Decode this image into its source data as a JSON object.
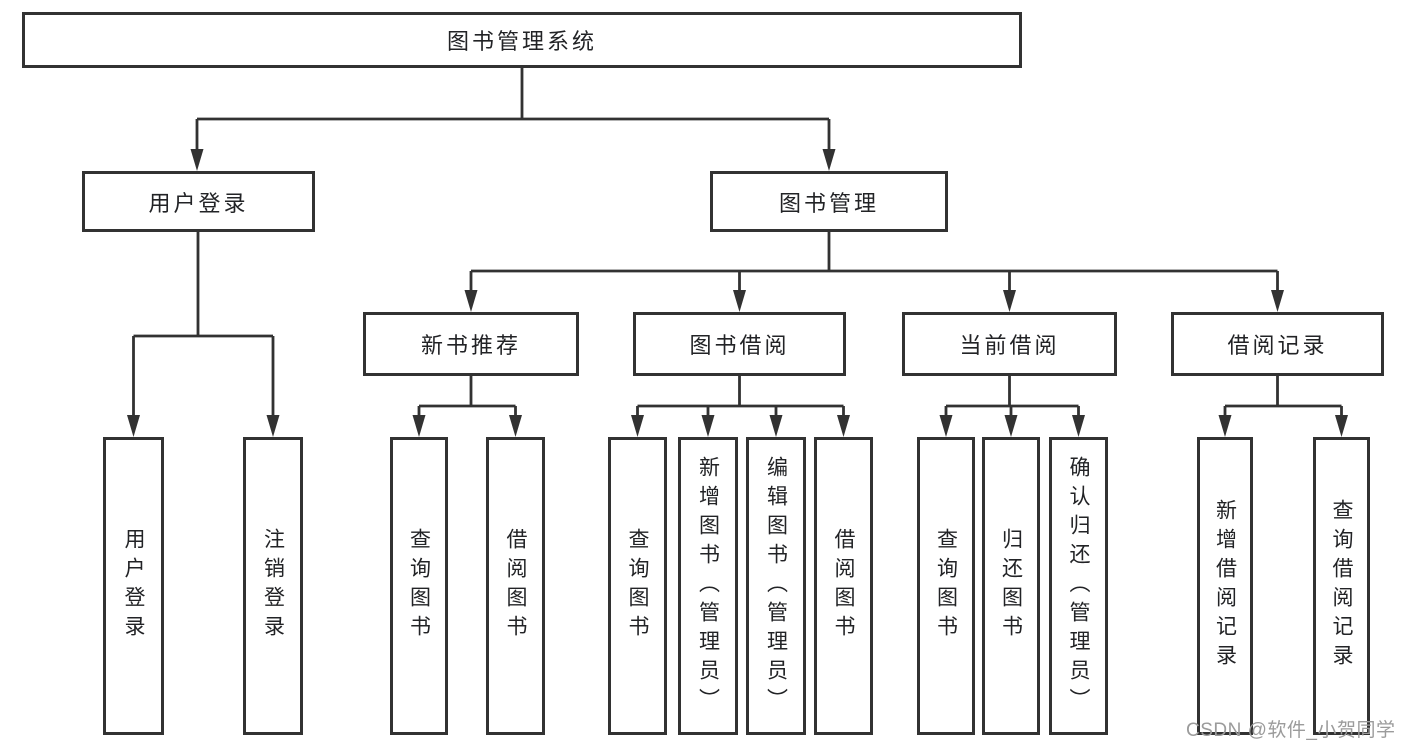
{
  "tree": {
    "label": "图书管理系统",
    "children": [
      {
        "label": "用户登录",
        "children": [
          {
            "label": "用户登录"
          },
          {
            "label": "注销登录"
          }
        ]
      },
      {
        "label": "图书管理",
        "children": [
          {
            "label": "新书推荐",
            "children": [
              {
                "label": "查询图书"
              },
              {
                "label": "借阅图书"
              }
            ]
          },
          {
            "label": "图书借阅",
            "children": [
              {
                "label": "查询图书"
              },
              {
                "label": "新增图书（管理员）"
              },
              {
                "label": "编辑图书（管理员）"
              },
              {
                "label": "借阅图书"
              }
            ]
          },
          {
            "label": "当前借阅",
            "children": [
              {
                "label": "查询图书"
              },
              {
                "label": "归还图书"
              },
              {
                "label": "确认归还（管理员）"
              }
            ]
          },
          {
            "label": "借阅记录",
            "children": [
              {
                "label": "新增借阅记录"
              },
              {
                "label": "查询借阅记录"
              }
            ]
          }
        ]
      }
    ]
  },
  "watermark": {
    "text": "CSDN @软件_小贺同学"
  },
  "colors": {
    "line": "#323232",
    "text": "#222326",
    "watermark": "#9b9b9b",
    "background": "#ffffff"
  }
}
